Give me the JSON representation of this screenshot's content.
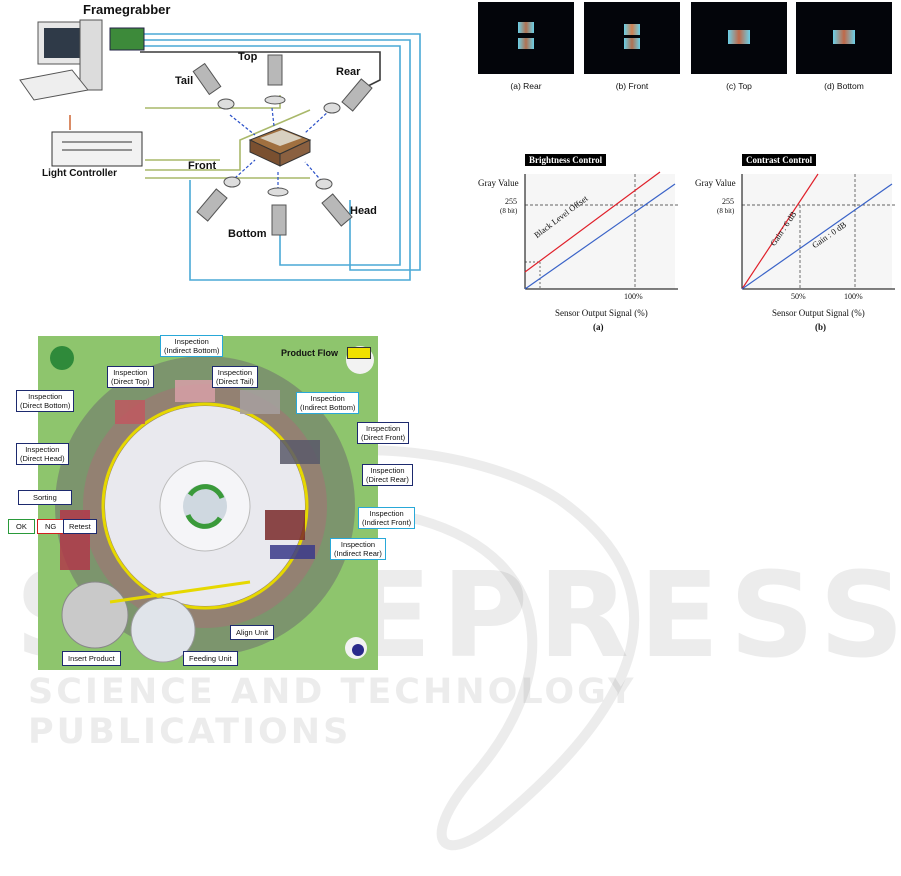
{
  "watermark": {
    "main": "SCITEPRESS",
    "sub": "SCIENCE AND TECHNOLOGY PUBLICATIONS"
  },
  "system_diagram": {
    "framegrabber": "Framegrabber",
    "light_controller": "Light Controller",
    "cameras": {
      "top": "Top",
      "tail": "Tail",
      "rear": "Rear",
      "front": "Front",
      "head": "Head",
      "bottom": "Bottom"
    }
  },
  "sample_images": [
    {
      "caption": "(a) Rear"
    },
    {
      "caption": "(b) Front"
    },
    {
      "caption": "(c) Top"
    },
    {
      "caption": "(d) Bottom"
    }
  ],
  "brightness_chart": {
    "title": "Brightness Control",
    "y_title": "Gray Value",
    "y_tick": "255",
    "y_tick_sub": "(8 bit)",
    "x_tick": "100%",
    "xlabel": "Sensor Output Signal (%)",
    "line_label": "Black Level Offset",
    "panel": "(a)"
  },
  "contrast_chart": {
    "title": "Contrast Control",
    "y_title": "Gray Value",
    "y_tick": "255",
    "y_tick_sub": "(8 bit)",
    "x_tick_1": "50%",
    "x_tick_2": "100%",
    "xlabel": "Sensor Output Signal (%)",
    "line1": "Gain : 6 dB",
    "line2": "Gain : 0 dB",
    "panel": "(b)"
  },
  "machine": {
    "product_flow": "Product Flow",
    "labels": {
      "indirect_bottom_top": [
        "Inspection",
        "(Indirect Bottom)"
      ],
      "direct_top": [
        "Inspection",
        "(Direct Top)"
      ],
      "direct_tail": [
        "Inspection",
        "(Direct Tail)"
      ],
      "indirect_bottom_right": [
        "Inspection",
        "(Indirect Bottom)"
      ],
      "direct_bottom": [
        "Inspection",
        "(Direct Bottom)"
      ],
      "direct_front": [
        "Inspection",
        "(Direct Front)"
      ],
      "direct_head": [
        "Inspection",
        "(Direct Head)"
      ],
      "direct_rear": [
        "Inspection",
        "(Direct Rear)"
      ],
      "indirect_front": [
        "Inspection",
        "(Indirect Front)"
      ],
      "indirect_rear": [
        "Inspection",
        "(Indirect Rear)"
      ],
      "sorting": "Sorting",
      "ok": "OK",
      "ng": "NG",
      "retest": "Retest",
      "align_unit": "Align Unit",
      "insert_product": "Insert Product",
      "feeding_unit": "Feeding Unit"
    }
  },
  "colors": {
    "accent_blue": "#1d2a6e",
    "accent_cyan": "#29a8d8",
    "board_green": "#8ec56d",
    "red_line": "#e0202a",
    "blue_line": "#3a63c8"
  }
}
